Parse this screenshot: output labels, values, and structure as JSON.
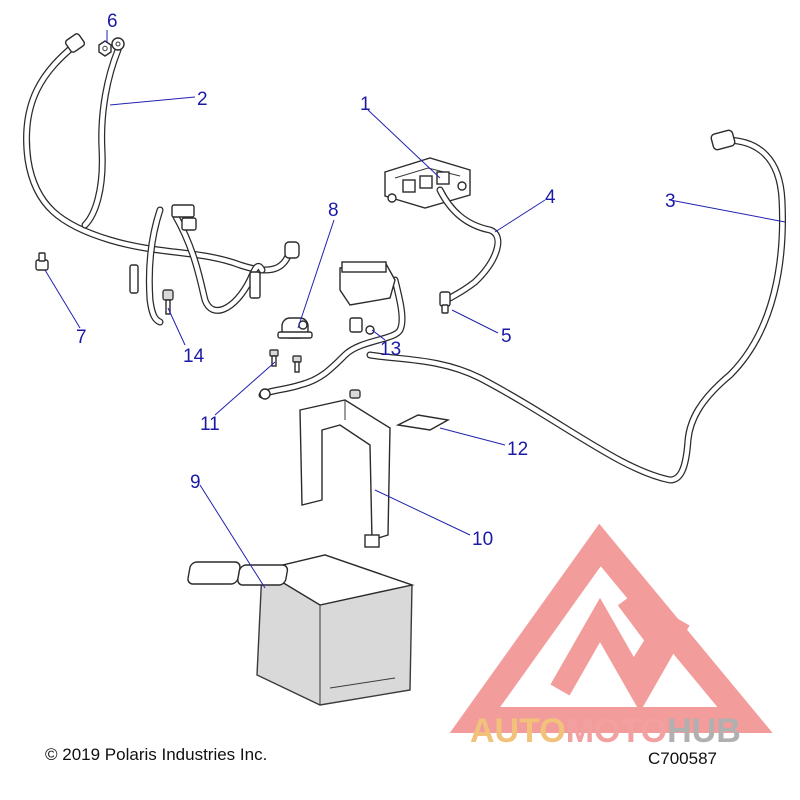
{
  "callouts": [
    {
      "id": "1",
      "label": "1"
    },
    {
      "id": "2",
      "label": "2"
    },
    {
      "id": "3",
      "label": "3"
    },
    {
      "id": "4",
      "label": "4"
    },
    {
      "id": "5",
      "label": "5"
    },
    {
      "id": "6",
      "label": "6"
    },
    {
      "id": "7",
      "label": "7"
    },
    {
      "id": "8",
      "label": "8"
    },
    {
      "id": "9",
      "label": "9"
    },
    {
      "id": "10",
      "label": "10"
    },
    {
      "id": "11",
      "label": "11"
    },
    {
      "id": "12",
      "label": "12"
    },
    {
      "id": "13",
      "label": "13"
    },
    {
      "id": "14",
      "label": "14"
    }
  ],
  "footer": {
    "copyright": "© 2019 Polaris Industries Inc.",
    "drawing_number": "C700587"
  },
  "watermark": {
    "part1": "AUTO",
    "part2": "MOTO",
    "part3": "HUB",
    "colors": {
      "auto": "#f3c27a",
      "moto": "#f2a0a0",
      "hub": "#b0b0b0",
      "logo": "#ee7b7b"
    }
  }
}
